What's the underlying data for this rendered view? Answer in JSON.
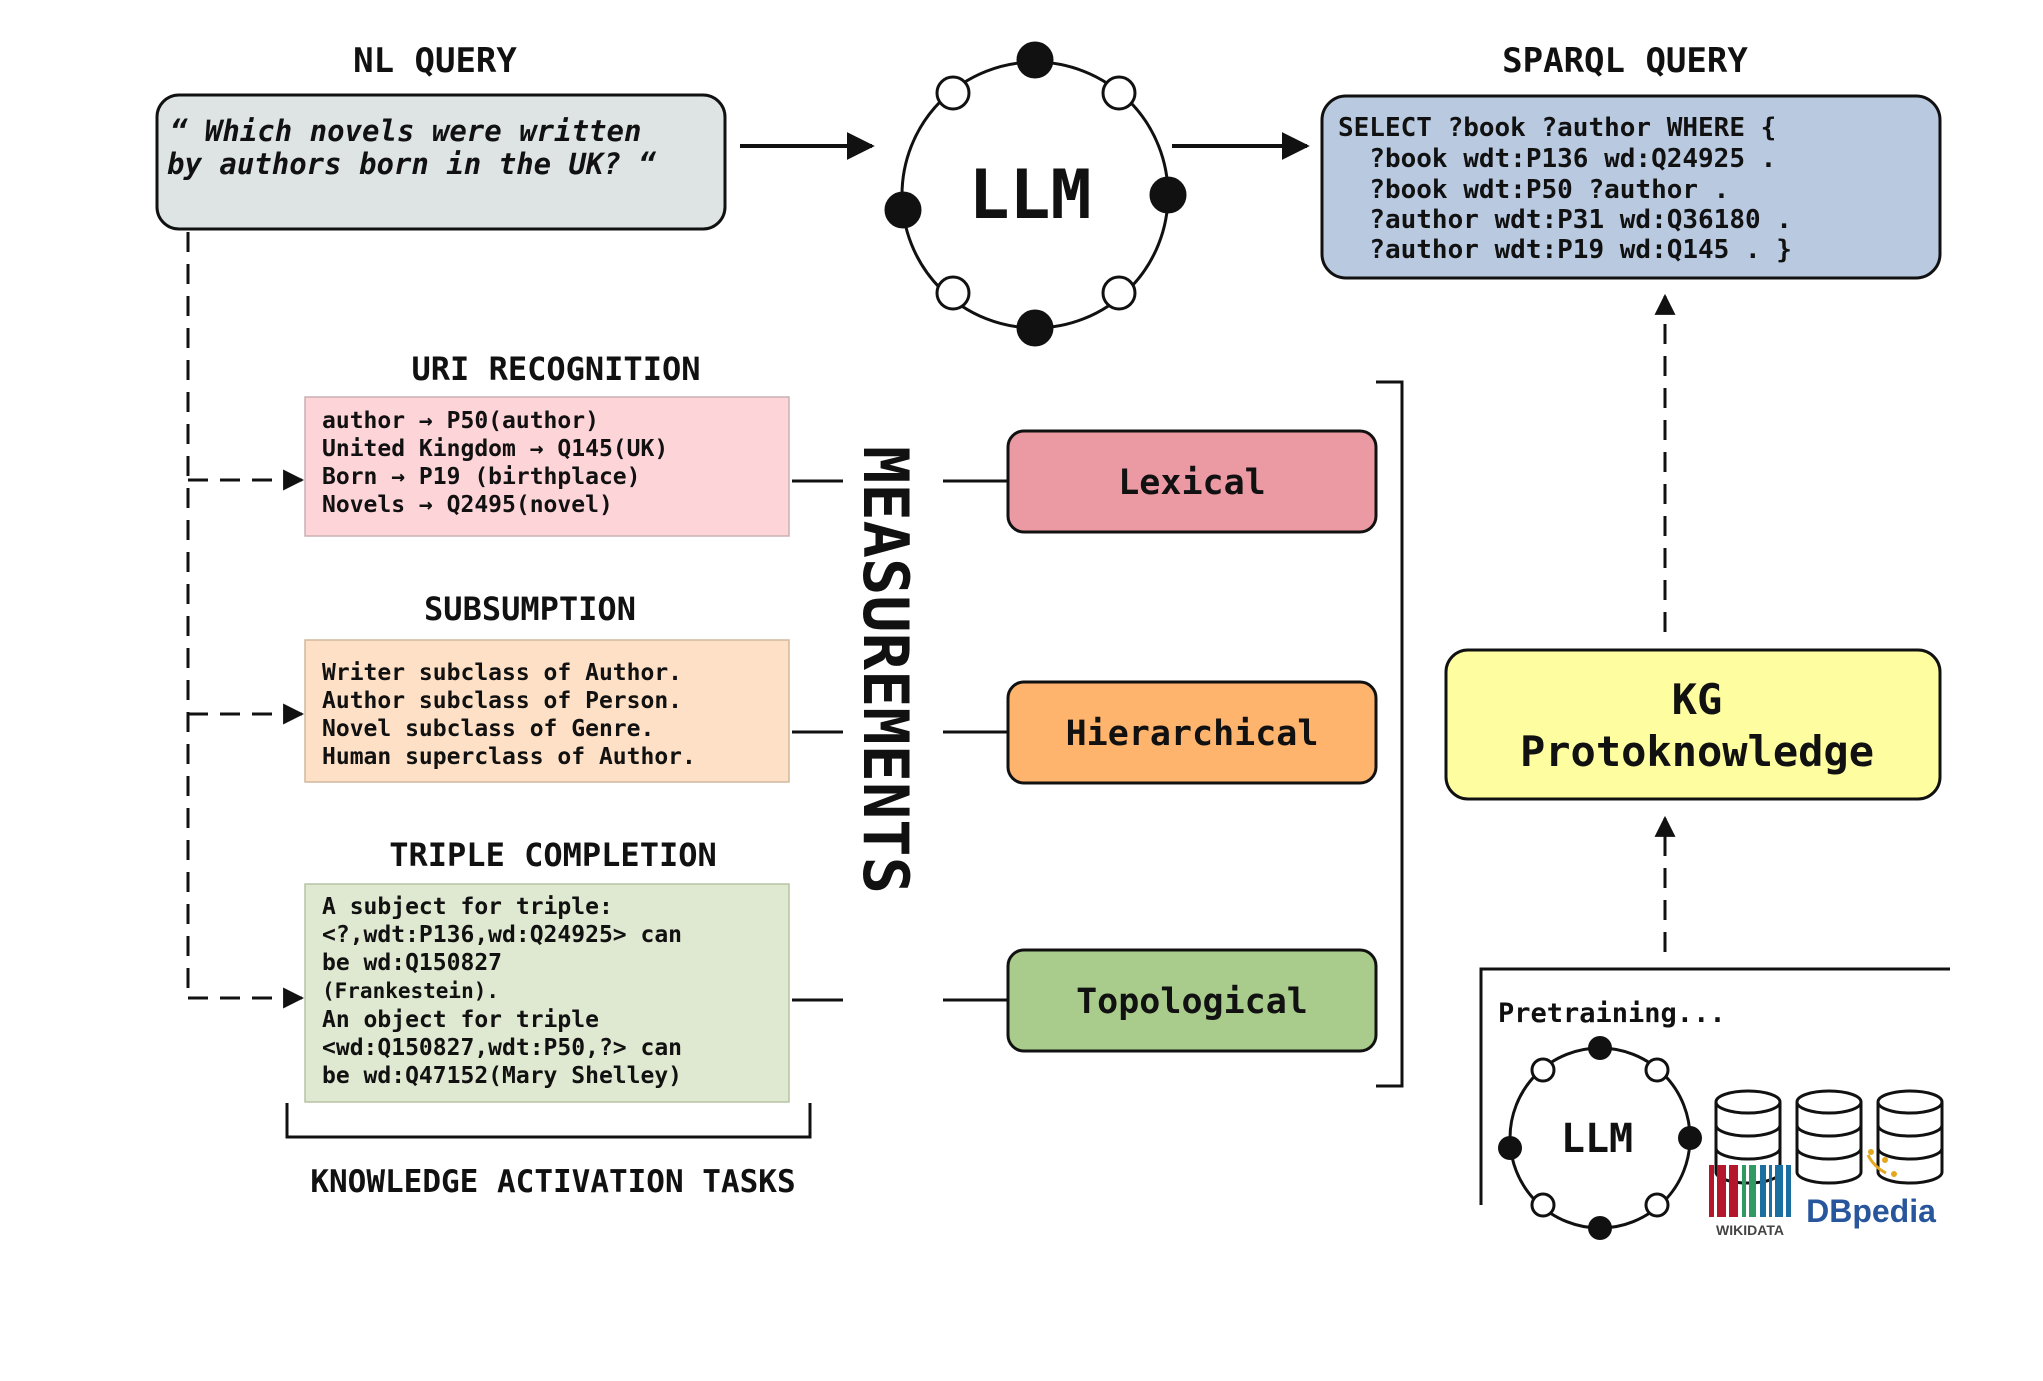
{
  "nl_query": {
    "heading": "NL QUERY",
    "lines": [
      "“ Which novels were written",
      "by authors born in the UK? “"
    ]
  },
  "llm_main": {
    "label": "LLM"
  },
  "sparql": {
    "heading": "SPARQL QUERY",
    "lines": [
      "SELECT ?book ?author WHERE {",
      "  ?book wdt:P136 wd:Q24925 .",
      "  ?book wdt:P50 ?author .",
      "  ?author wdt:P31 wd:Q36180 .",
      "  ?author wdt:P19 wd:Q145 . }"
    ]
  },
  "tasks": {
    "uri": {
      "heading": "URI RECOGNITION",
      "lines": [
        "author → P50(author)",
        "United Kingdom → Q145(UK)",
        "Born → P19 (birthplace)",
        "Novels → Q2495(novel)"
      ]
    },
    "subsumption": {
      "heading": "SUBSUMPTION",
      "lines": [
        "Writer subclass of Author.",
        "Author subclass of Person.",
        "Novel subclass of Genre.",
        "Human superclass of Author."
      ]
    },
    "triple": {
      "heading": "TRIPLE COMPLETION",
      "lines": [
        "A subject for triple:",
        "<?,wdt:P136,wd:Q24925> can",
        "be wd:Q150827",
        "(Frankestein).",
        "An object for triple",
        "<wd:Q150827,wdt:P50,?> can",
        "be wd:Q47152(Mary Shelley)"
      ]
    },
    "footer": "KNOWLEDGE ACTIVATION TASKS"
  },
  "measurements": {
    "label": "MEASUREMENTS",
    "items": [
      "Lexical",
      "Hierarchical",
      "Topological"
    ]
  },
  "kg": {
    "lines": [
      "KG",
      "Protoknowledge"
    ]
  },
  "pretraining": {
    "label": "Pretraining...",
    "llm_label": "LLM",
    "sources": [
      "WIKIDATA",
      "DBpedia"
    ]
  },
  "colors": {
    "nl_box": "#dde4e3",
    "sparql_box": "#b8c9e0",
    "uri_box": "#fdd5d9",
    "subsumption_box": "#fde0c6",
    "triple_box": "#dfe8d0",
    "lexical": "#eb9aa4",
    "hierarchical": "#feb46c",
    "topological": "#a9cc8c",
    "kg_box": "#fefea0",
    "wikidata_red": "#b4162b",
    "wikidata_green": "#2f9a63",
    "wikidata_blue": "#1a6fa0",
    "dbpedia_blue": "#28569c"
  }
}
